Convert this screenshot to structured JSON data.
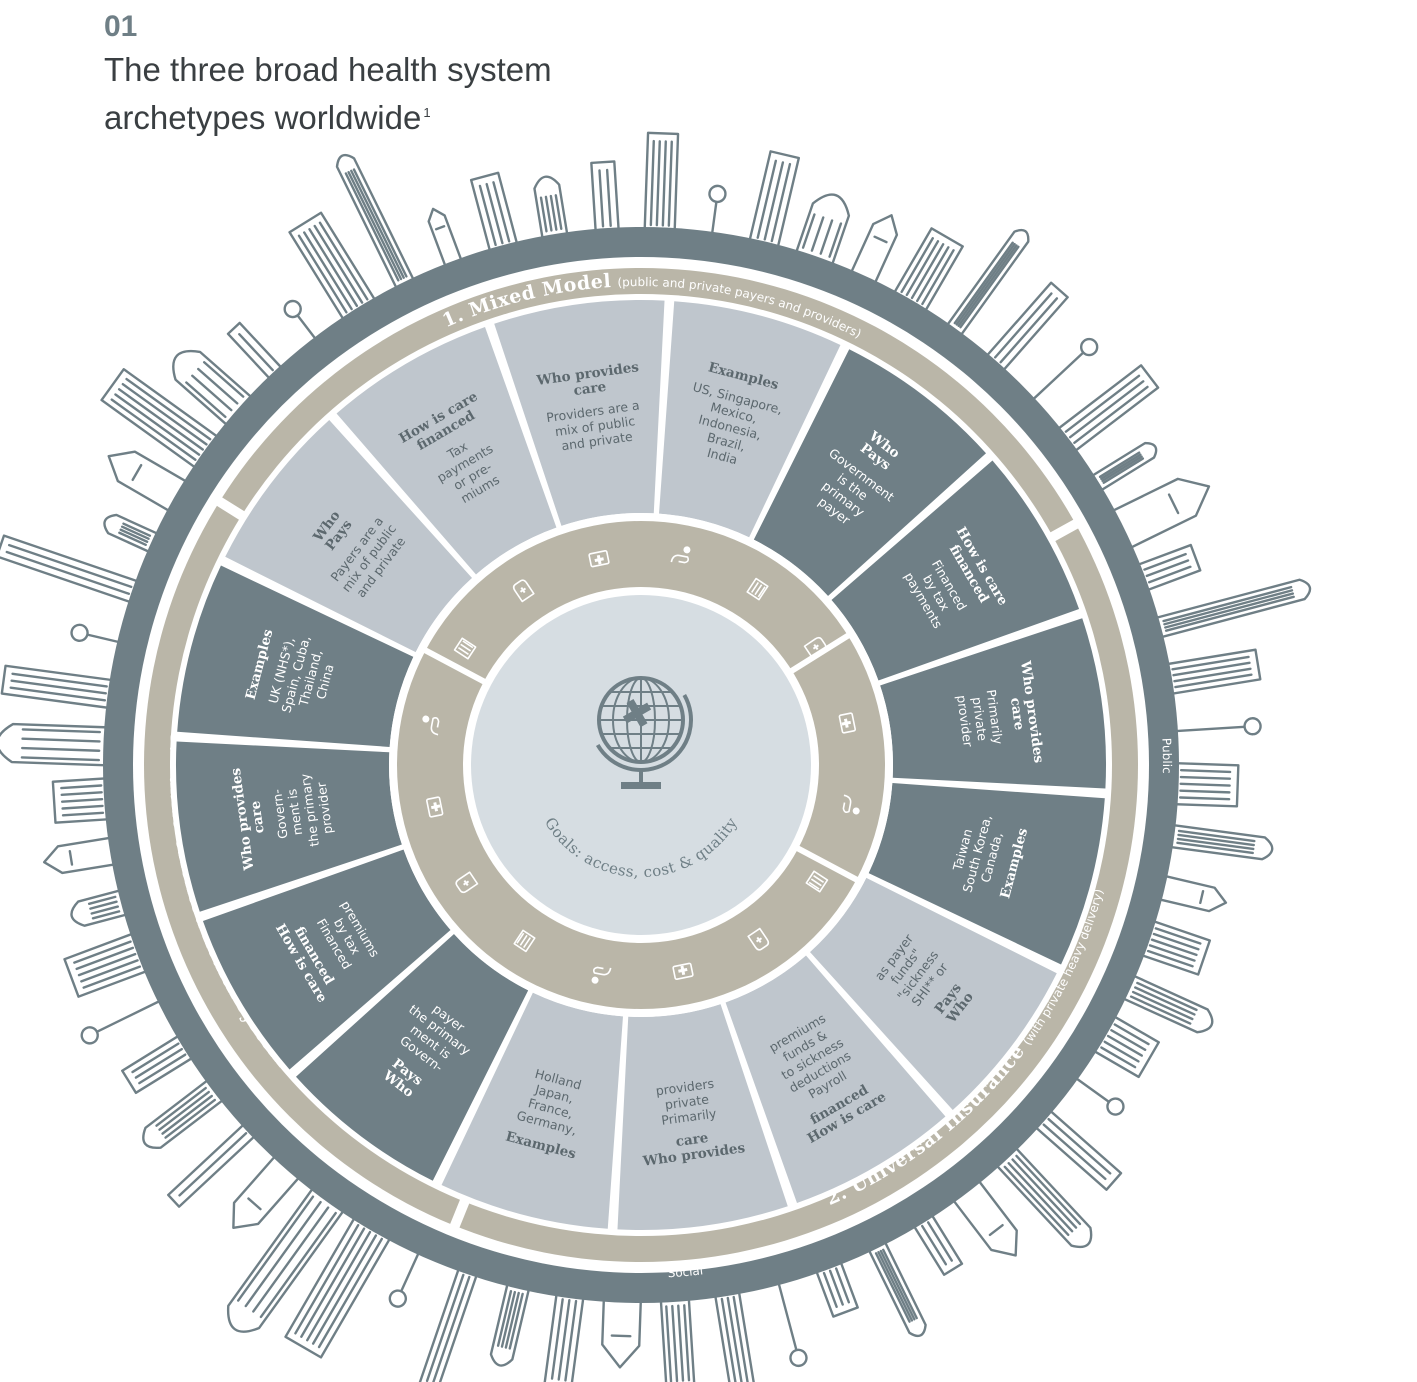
{
  "header": {
    "number": "01",
    "title": "The three broad health system archetypes worldwide",
    "footnote_marker": "1"
  },
  "colors": {
    "outer_ring": "#6f7f86",
    "beige_band": "#bab6a8",
    "sector_light": "#bfc6cd",
    "sector_dark": "#6f7f86",
    "globe_center": "#d6dde2",
    "text_dark": "#5c686e",
    "text_light": "#ffffff"
  },
  "goals": {
    "text": "Goals: access, cost & quality"
  },
  "axis_labels": {
    "public": "Public",
    "social": "Social"
  },
  "models": [
    {
      "title": "1. Mixed Model",
      "subtitle": "(public and private payers and providers)"
    },
    {
      "title": "2. Universal Insurance",
      "subtitle": "(with private heavy delivery)"
    },
    {
      "title": "3. Public-oriented health system",
      "subtitle": ""
    }
  ],
  "sectors": [
    {
      "title": [
        "Who",
        "Pays"
      ],
      "body": [
        "Payers are a",
        "mix of public",
        "and private"
      ]
    },
    {
      "title": [
        "How is care",
        "financed"
      ],
      "body": [
        "Tax",
        "payments",
        "or pre-",
        "miums"
      ]
    },
    {
      "title": [
        "Who provides",
        "care"
      ],
      "body": [
        "Providers are a",
        "mix of public",
        "and private"
      ]
    },
    {
      "title": [
        "Examples"
      ],
      "body": [
        "US, Singapore,",
        "Mexico,",
        "Indonesia,",
        "Brazil,",
        "India"
      ]
    },
    {
      "title": [
        "Who",
        "Pays"
      ],
      "body": [
        "Government",
        "is the",
        "primary",
        "payer"
      ]
    },
    {
      "title": [
        "How is care",
        "financed"
      ],
      "body": [
        "Financed",
        "by tax",
        "payments"
      ]
    },
    {
      "title": [
        "Who provides",
        "care"
      ],
      "body": [
        "Primarily",
        "private",
        "provider"
      ]
    },
    {
      "title": [
        "Examples"
      ],
      "body": [
        "Canada,",
        "South Korea,",
        "Taiwan"
      ]
    },
    {
      "title": [
        "Who",
        "Pays"
      ],
      "body": [
        "SHI** or",
        "\"sickness",
        "funds\"",
        "as payer"
      ]
    },
    {
      "title": [
        "How is care",
        "financed"
      ],
      "body": [
        "Payroll",
        "deductions",
        "to sickness",
        "funds &",
        "premiums"
      ]
    },
    {
      "title": [
        "Who provides",
        "care"
      ],
      "body": [
        "Primarily",
        "private",
        "providers"
      ]
    },
    {
      "title": [
        "Examples"
      ],
      "body": [
        "Germany,",
        "France,",
        "Japan,",
        "Holland"
      ]
    },
    {
      "title": [
        "Who",
        "Pays"
      ],
      "body": [
        "Govern-",
        "ment is",
        "the primary",
        "payer"
      ]
    },
    {
      "title": [
        "How is care",
        "financed"
      ],
      "body": [
        "Financed",
        "by tax",
        "premiums"
      ]
    },
    {
      "title": [
        "Who provides",
        "care"
      ],
      "body": [
        "Govern-",
        "ment is",
        "the primary",
        "provider"
      ]
    },
    {
      "title": [
        "Examples"
      ],
      "body": [
        "UK (NHS*),",
        "Spain, Cuba,",
        "Thailand,",
        "China"
      ]
    }
  ],
  "icons": [
    "hand-coin-icon",
    "money-box-icon",
    "hand-care-icon",
    "medical-kit-icon"
  ]
}
